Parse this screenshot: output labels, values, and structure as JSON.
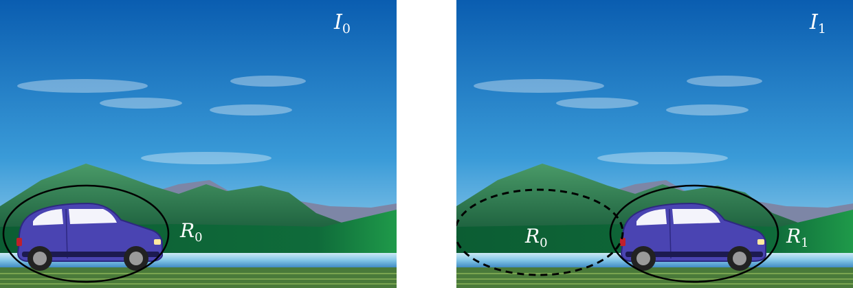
{
  "panels": [
    {
      "frame": {
        "symbol": "I",
        "subscript": "0"
      },
      "regions": [
        {
          "symbol": "R",
          "subscript": "0",
          "outline": "solid"
        }
      ],
      "car_visible": true
    },
    {
      "frame": {
        "symbol": "I",
        "subscript": "1"
      },
      "regions": [
        {
          "symbol": "R",
          "subscript": "0",
          "outline": "dashed"
        },
        {
          "symbol": "R",
          "subscript": "1",
          "outline": "solid"
        }
      ],
      "car_visible": true
    }
  ],
  "colors": {
    "sky_top": "#0a5db0",
    "sky_bottom": "#a9d8f0",
    "mountain_dark": "#1f6b45",
    "mountain_light": "#3f8f5c",
    "mountain_far": "#7d86a6",
    "foreground_green": "#0e6a3a",
    "water": "#7fc4e6",
    "grass": "#4a7a3a",
    "car_body": "#4a44b2",
    "outline": "#000000",
    "label": "#ffffff"
  },
  "icons": {
    "car": "car-icon"
  }
}
